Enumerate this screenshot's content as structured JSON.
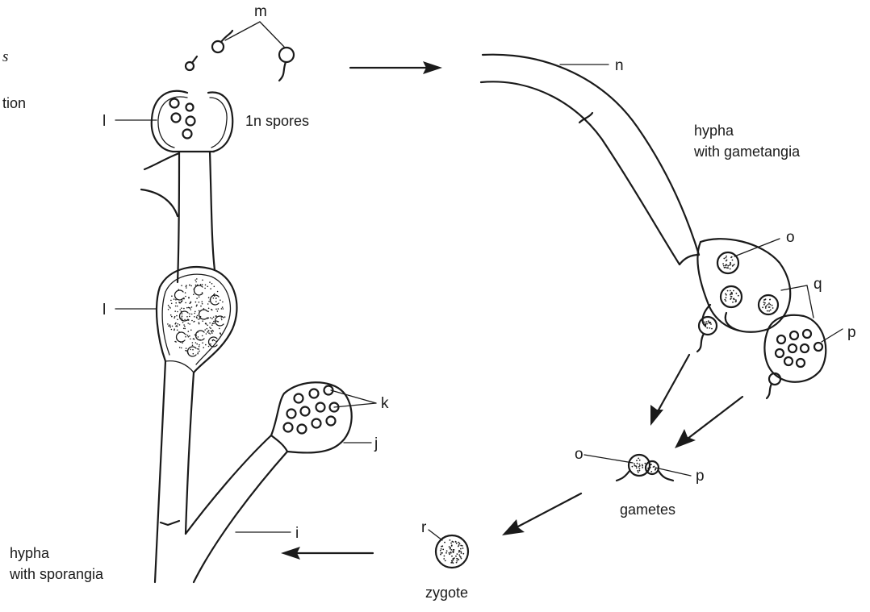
{
  "labels": {
    "i": "i",
    "j": "j",
    "k": "k",
    "l1": "l",
    "l2": "l",
    "m": "m",
    "n": "n",
    "o1": "o",
    "o2": "o",
    "p1": "p",
    "p2": "p",
    "q": "q",
    "r": "r"
  },
  "captions": {
    "spores": "1n spores",
    "gametangia_1": "hypha",
    "gametangia_2": "with gametangia",
    "gametes": "gametes",
    "zygote": "zygote",
    "sporangia_1": "hypha",
    "sporangia_2": "with sporangia",
    "edge_fragment_italic": "s",
    "edge_fragment": "tion"
  }
}
